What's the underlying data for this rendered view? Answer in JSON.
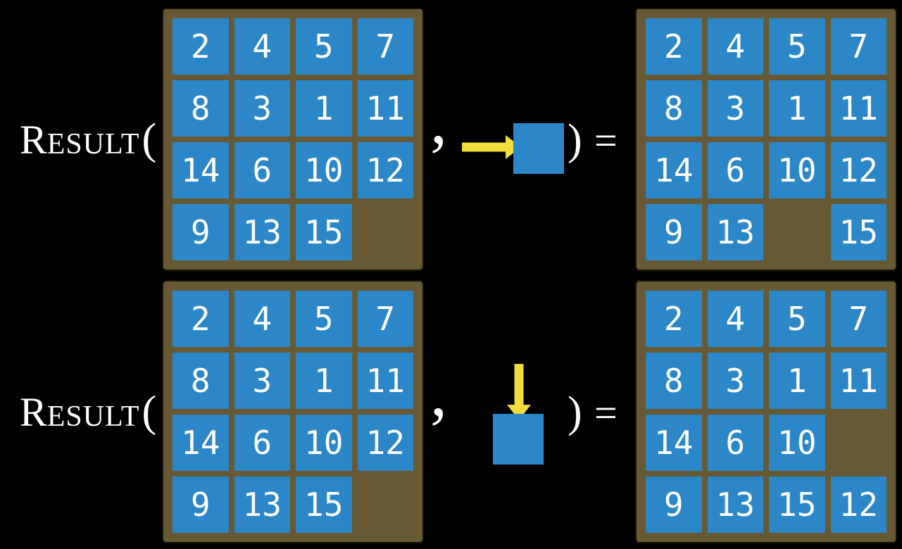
{
  "function_label": {
    "initial": "R",
    "rest": "ESULT",
    "open_paren": "("
  },
  "punctuation": {
    "comma": ",",
    "close_paren": ")",
    "equals": "="
  },
  "colors": {
    "background": "#000000",
    "board": "#665933",
    "tile": "#2b87c8",
    "number": "#ffffff",
    "label": "#ffffff",
    "arrow": "#f0dd3b"
  },
  "examples": [
    {
      "move_direction": "right",
      "input_grid": [
        [
          2,
          4,
          5,
          7
        ],
        [
          8,
          3,
          1,
          11
        ],
        [
          14,
          6,
          10,
          12
        ],
        [
          9,
          13,
          15,
          null
        ]
      ],
      "output_grid": [
        [
          2,
          4,
          5,
          7
        ],
        [
          8,
          3,
          1,
          11
        ],
        [
          14,
          6,
          10,
          12
        ],
        [
          9,
          13,
          null,
          15
        ]
      ]
    },
    {
      "move_direction": "down",
      "input_grid": [
        [
          2,
          4,
          5,
          7
        ],
        [
          8,
          3,
          1,
          11
        ],
        [
          14,
          6,
          10,
          12
        ],
        [
          9,
          13,
          15,
          null
        ]
      ],
      "output_grid": [
        [
          2,
          4,
          5,
          7
        ],
        [
          8,
          3,
          1,
          11
        ],
        [
          14,
          6,
          10,
          null
        ],
        [
          9,
          13,
          15,
          12
        ]
      ]
    }
  ]
}
